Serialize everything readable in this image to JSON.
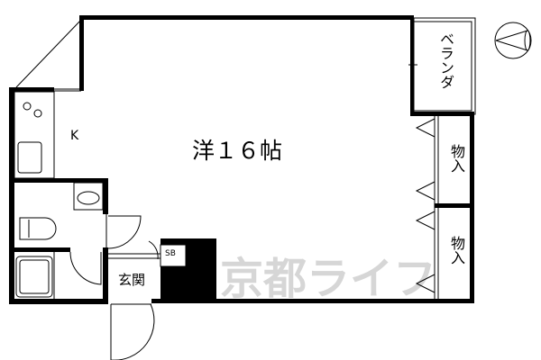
{
  "rooms": {
    "main": "洋１６帖",
    "kitchen": "K",
    "balcony": "ベランダ",
    "closet1": "物入",
    "closet2": "物入",
    "entrance": "玄関",
    "shoe_box": "SB"
  },
  "watermark": "京都ライフ",
  "icons": {
    "compass": "north-arrow-icon"
  },
  "colors": {
    "wall": "#000000",
    "watermark": "#d0d0d0"
  }
}
